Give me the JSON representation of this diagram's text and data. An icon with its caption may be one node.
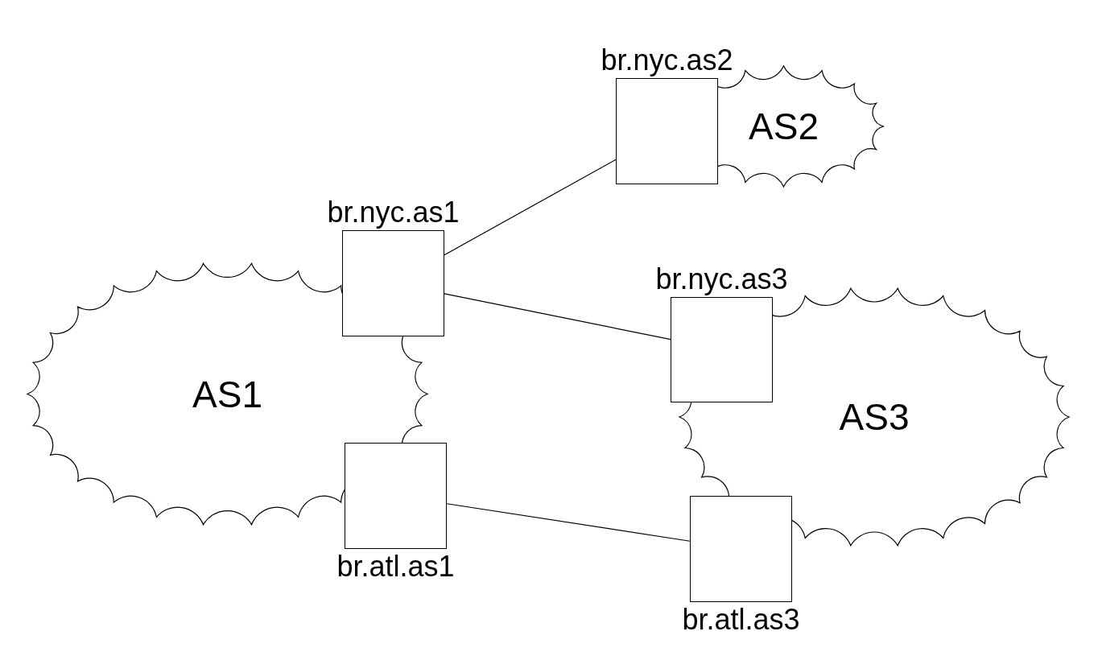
{
  "diagram": {
    "nodes": [
      {
        "text": [
          "AS2"
        ]
      },
      {
        "text": [
          "br.nyc.as2"
        ]
      },
      {
        "text": [
          "br.nyc.as1"
        ]
      },
      {
        "text": [
          "AS1"
        ]
      },
      {
        "text": [
          "br.nyc.as3"
        ]
      },
      {
        "text": [
          "AS3"
        ]
      },
      {
        "text": [
          "br.atl.as1"
        ]
      },
      {
        "text": [
          "br.atl.as3"
        ]
      }
    ],
    "edges": [
      {
        "from": 2,
        "to": 1,
        "arrow": "none"
      },
      {
        "from": 2,
        "to": 4,
        "arrow": "none"
      },
      {
        "from": 6,
        "to": 7,
        "arrow": "none"
      }
    ]
  }
}
